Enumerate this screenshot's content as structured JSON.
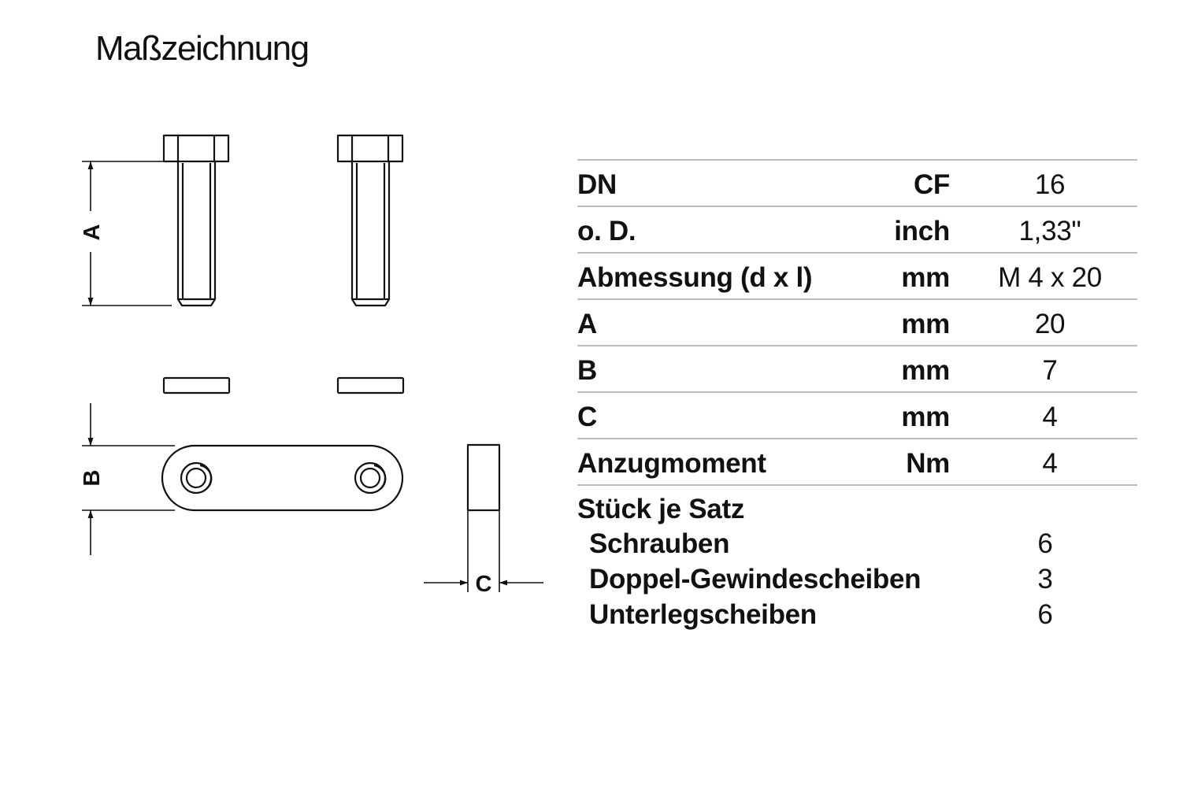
{
  "title": "Maßzeichnung",
  "drawing": {
    "labels": {
      "a": "A",
      "b": "B",
      "c": "C"
    }
  },
  "spec": {
    "rows": [
      {
        "key": "DN",
        "unit": "CF",
        "value": "16"
      },
      {
        "key": "o. D.",
        "unit": "inch",
        "value": "1,33\""
      },
      {
        "key": "Abmessung (d x l)",
        "unit": "mm",
        "value": "M 4 x 20"
      },
      {
        "key": "A",
        "unit": "mm",
        "value": "20"
      },
      {
        "key": "B",
        "unit": "mm",
        "value": "7"
      },
      {
        "key": "C",
        "unit": "mm",
        "value": "4"
      },
      {
        "key": "Anzugmoment",
        "unit": "Nm",
        "value": "4"
      }
    ],
    "set": {
      "heading": "Stück je Satz",
      "items": [
        {
          "name": "Schrauben",
          "count": "6"
        },
        {
          "name": "Doppel-Gewindescheiben",
          "count": "3"
        },
        {
          "name": "Unterlegscheiben",
          "count": "6"
        }
      ]
    }
  }
}
